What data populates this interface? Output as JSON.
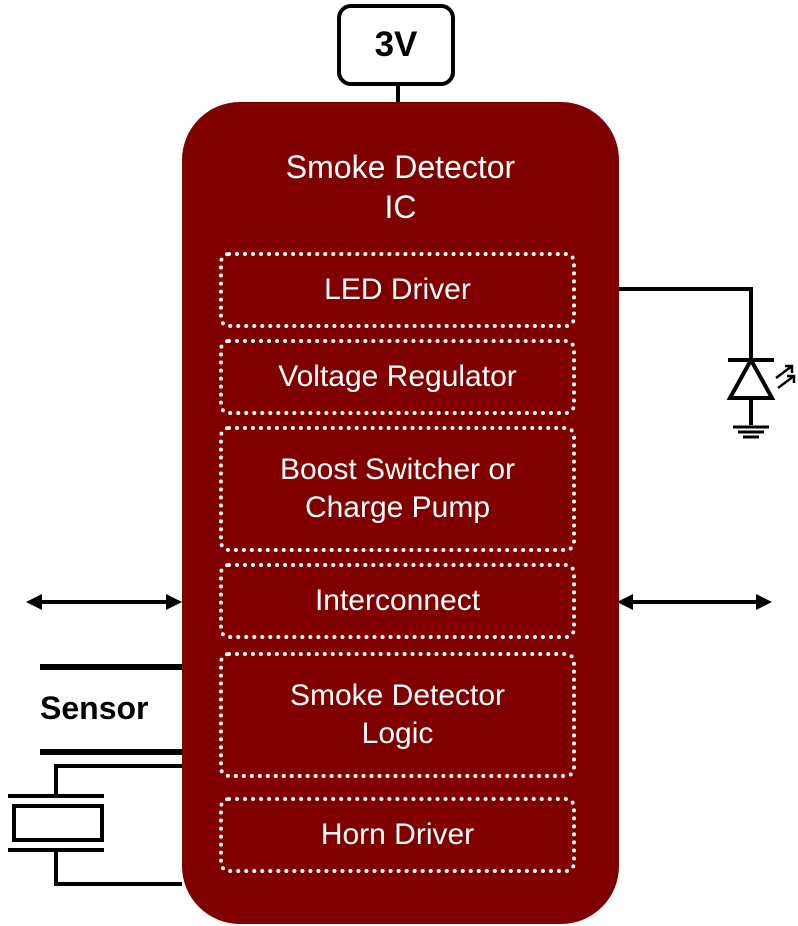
{
  "supply": {
    "label": "3V"
  },
  "ic": {
    "title_line1": "Smoke Detector",
    "title_line2": "IC",
    "blocks": [
      {
        "label": "LED Driver"
      },
      {
        "label": "Voltage Regulator"
      },
      {
        "label_line1": "Boost Switcher or",
        "label_line2": "Charge Pump"
      },
      {
        "label": "Interconnect"
      },
      {
        "label_line1": "Smoke Detector",
        "label_line2": "Logic"
      },
      {
        "label": "Horn Driver"
      }
    ]
  },
  "sensor": {
    "label": "Sensor"
  },
  "colors": {
    "ic_fill": "#800000",
    "block_border": "#ffffff",
    "wire": "#000000"
  }
}
